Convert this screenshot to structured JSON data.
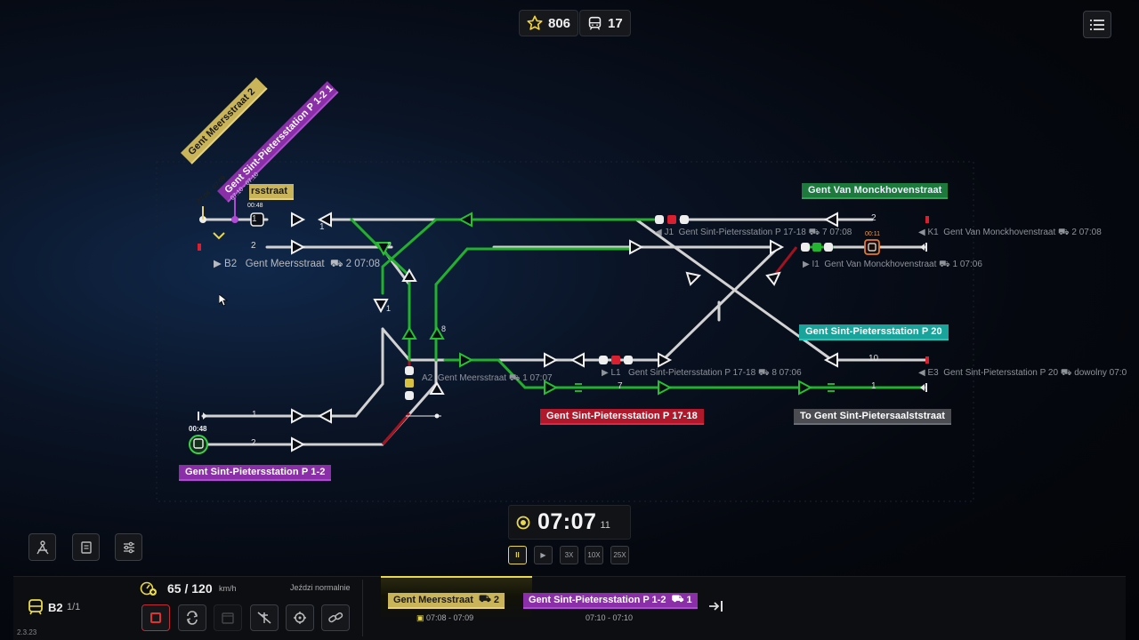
{
  "top": {
    "stars": "806",
    "trains": "17"
  },
  "stations": {
    "monckhoven": "Gent Van Monckhovenstraat",
    "p20": "Gent Sint-Pietersstation P 20",
    "p1718": "Gent Sint-Pietersstation P 17-18",
    "saals": "To Gent Sint-Pietersaalststraat",
    "p12": "Gent Sint-Pietersstation P 1-2",
    "meers_partial": "rsstraat"
  },
  "tags": {
    "purple": "Gent Sint-Pietersstation P 1-2",
    "purple_count": "1",
    "purple_time": "07:10 - 07:10",
    "gold": "Gent Meersstraat",
    "gold_count": "2",
    "gold_time": "07:08 - 07:09"
  },
  "trains": {
    "b2": {
      "id": "B2",
      "dest": "Gent Meersstraat",
      "cars": "2",
      "time": "07:08"
    },
    "j1": {
      "id": "J1",
      "dest": "Gent Sint-Pietersstation P 17-18",
      "cars": "7",
      "time": "07:08"
    },
    "k1": {
      "id": "K1",
      "dest": "Gent Van Monckhovenstraat",
      "cars": "2",
      "time": "07:08"
    },
    "i1": {
      "id": "I1",
      "dest": "Gent Van Monckhovenstraat",
      "cars": "1",
      "time": "07:06"
    },
    "l1": {
      "id": "L1",
      "dest": "Gent Sint-Pietersstation P 17-18",
      "cars": "8",
      "time": "07:06"
    },
    "e3": {
      "id": "E3",
      "dest": "Gent Sint-Pietersstation P 20",
      "extra": "dowolny",
      "time": "07:0"
    },
    "a2": {
      "id": "A2",
      "dest": "Gent Meersstraat",
      "cars": "1",
      "time": "07:07"
    }
  },
  "track_numbers": {
    "t1": "1",
    "t2": "2",
    "t3": "1",
    "t4": "2",
    "t5": "2",
    "t6": "10",
    "t7": "7",
    "t8": "1",
    "t9": "1",
    "t10": "8",
    "t11": "1",
    "t12": "2"
  },
  "timers": {
    "depot1": "00:48",
    "depot2": "00:48",
    "right": "00:11"
  },
  "clock": {
    "time": "07:07",
    "seconds": "11"
  },
  "speed": {
    "pause": "II",
    "play": "▶",
    "x3": "3X",
    "x10": "10X",
    "x25": "25X"
  },
  "bottom": {
    "train_id": "B2",
    "train_count": "1/1",
    "speed": "65 / 120",
    "unit": "km/h",
    "status": "Jeździ normalnie",
    "version": "2.3.23"
  },
  "route": {
    "from": "Gent Meersstraat",
    "from_count": "2",
    "from_time": "07:08 - 07:09",
    "to": "Gent Sint-Pietersstation P 1-2",
    "to_count": "1",
    "to_time": "07:10 - 07:10"
  },
  "colors": {
    "track_white": "#d9d9d9",
    "track_green": "#22b02e",
    "track_red": "#a3121e",
    "accent_yellow": "#e8d84a",
    "brand_gold": "#c9b45a",
    "purple": "#8a2fa8"
  }
}
